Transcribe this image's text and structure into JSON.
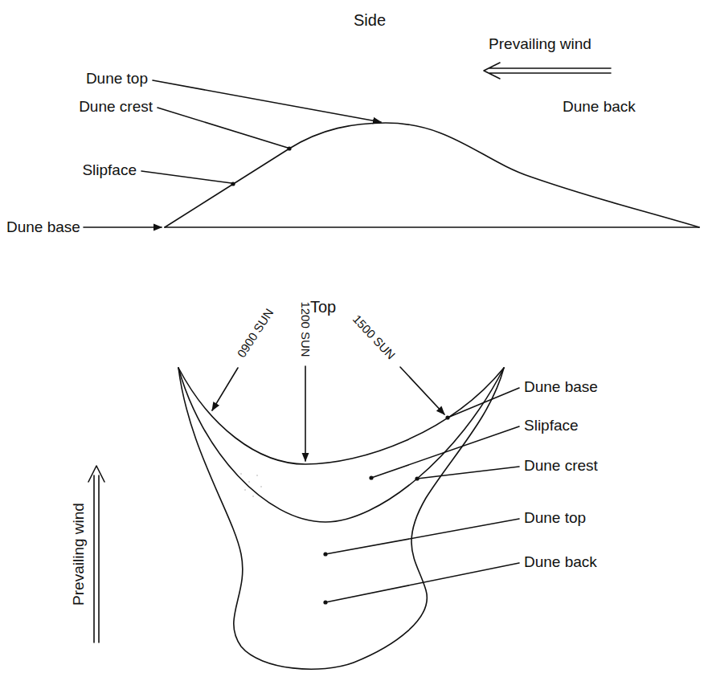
{
  "diagram": {
    "labels": [
      "Side",
      "Prevailing wind",
      "Dune top",
      "Dune crest",
      "Slipface",
      "Dune back",
      "Dune base",
      "Top",
      "0900 SUN",
      "1200 SUN",
      "1500 SUN",
      "Dune base",
      "Slipface",
      "Dune crest",
      "Dune top",
      "Dune back",
      "Prevailing wind"
    ]
  }
}
